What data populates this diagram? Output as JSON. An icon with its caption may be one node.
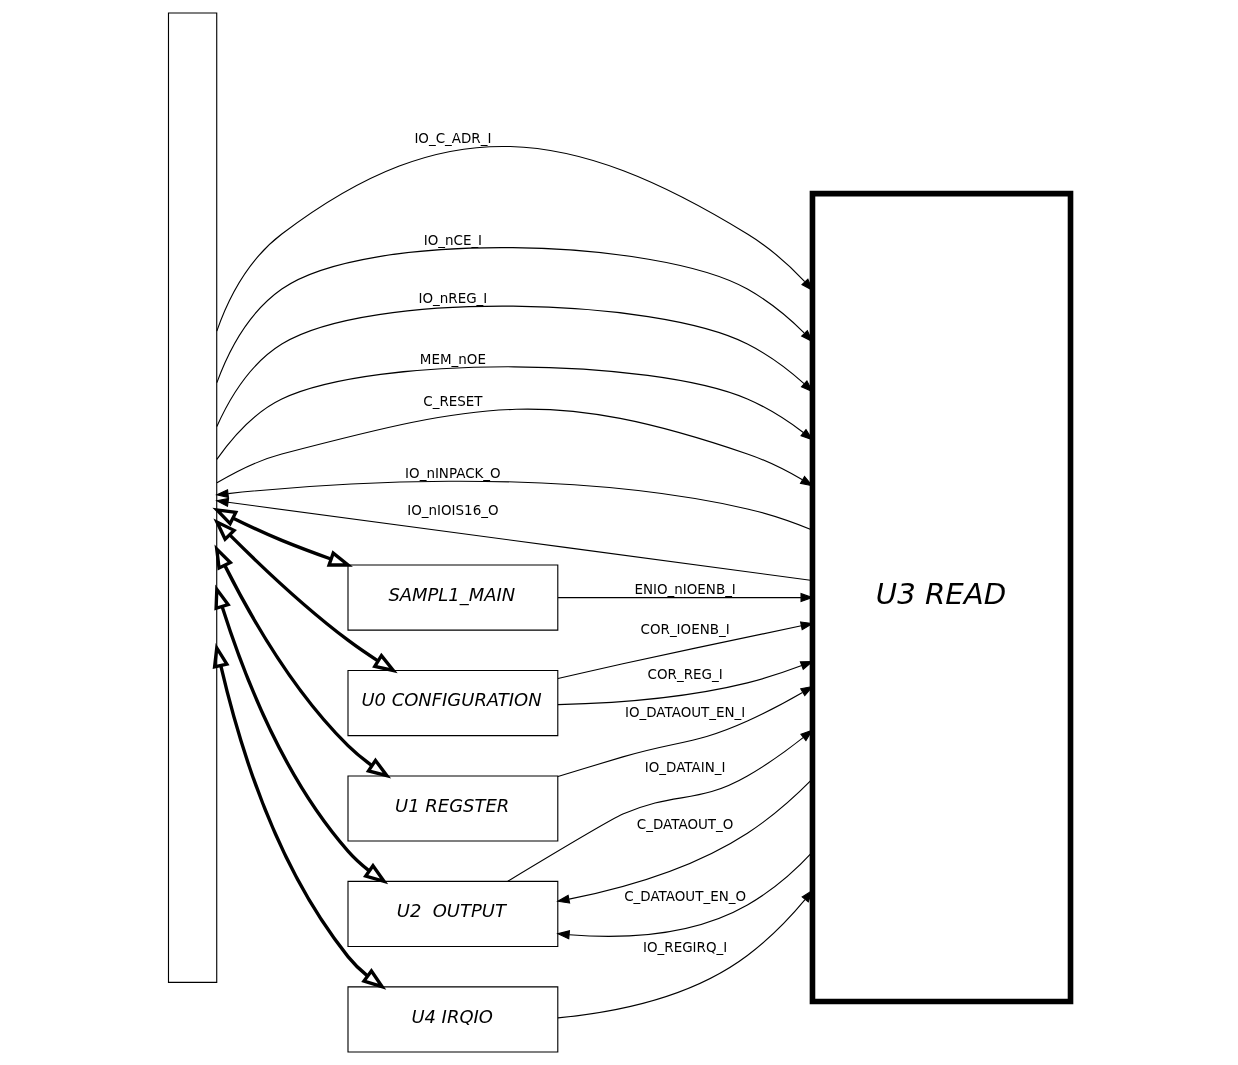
{
  "diagram": {
    "nodes": [
      {
        "text": [],
        "shape": "box"
      },
      {
        "text": [
          "U3 READ"
        ]
      },
      {
        "text": [
          "SAMPL1_MAIN"
        ]
      },
      {
        "text": [
          "U0 CONFIGURATION"
        ]
      },
      {
        "text": [
          "U1 REGSTER"
        ]
      },
      {
        "text": [
          "U2  OUTPUT"
        ]
      },
      {
        "text": [
          "U4 IRQIO"
        ]
      }
    ],
    "edges": [
      {
        "from": 0,
        "to": 1,
        "arrow": "to",
        "label": "IO_C_ADR_I"
      },
      {
        "from": 0,
        "to": 1,
        "arrow": "to",
        "label": "IO_nCE_I"
      },
      {
        "from": 0,
        "to": 1,
        "arrow": "to",
        "label": "IO_nREG_I"
      },
      {
        "from": 0,
        "to": 1,
        "arrow": "to",
        "label": "MEM_nOE"
      },
      {
        "from": 0,
        "to": 1,
        "arrow": "to",
        "label": "C_RESET"
      },
      {
        "from": 1,
        "to": 0,
        "arrow": "to",
        "label": "IO_nINPACK_O"
      },
      {
        "from": 1,
        "to": 0,
        "arrow": "to",
        "label": "IO_nIOIS16_O"
      },
      {
        "from": 0,
        "to": 2,
        "arrow": "both",
        "style": "thick"
      },
      {
        "from": 2,
        "to": 1,
        "arrow": "to",
        "label": "ENIO_nIOENB_I"
      },
      {
        "from": 0,
        "to": 3,
        "arrow": "both",
        "style": "thick"
      },
      {
        "from": 3,
        "to": 1,
        "arrow": "to",
        "label": "COR_IOENB_I"
      },
      {
        "from": 3,
        "to": 1,
        "arrow": "to",
        "label": "COR_REG_I"
      },
      {
        "from": 0,
        "to": 4,
        "arrow": "both",
        "style": "thick"
      },
      {
        "from": 4,
        "to": 1,
        "arrow": "to",
        "label": "IO_DATAOUT_EN_I"
      },
      {
        "from": 0,
        "to": 5,
        "arrow": "both",
        "style": "thick"
      },
      {
        "from": 5,
        "to": 1,
        "arrow": "to",
        "label": "IO_DATAIN_I"
      },
      {
        "from": 1,
        "to": 5,
        "arrow": "to",
        "label": "C_DATAOUT_O"
      },
      {
        "from": 1,
        "to": 5,
        "arrow": "to",
        "label": "C_DATAOUT_EN_O"
      },
      {
        "from": 0,
        "to": 6,
        "arrow": "both",
        "style": "thick"
      },
      {
        "from": 6,
        "to": 1,
        "arrow": "to",
        "label": "IO_REGIRQ_I"
      }
    ]
  }
}
